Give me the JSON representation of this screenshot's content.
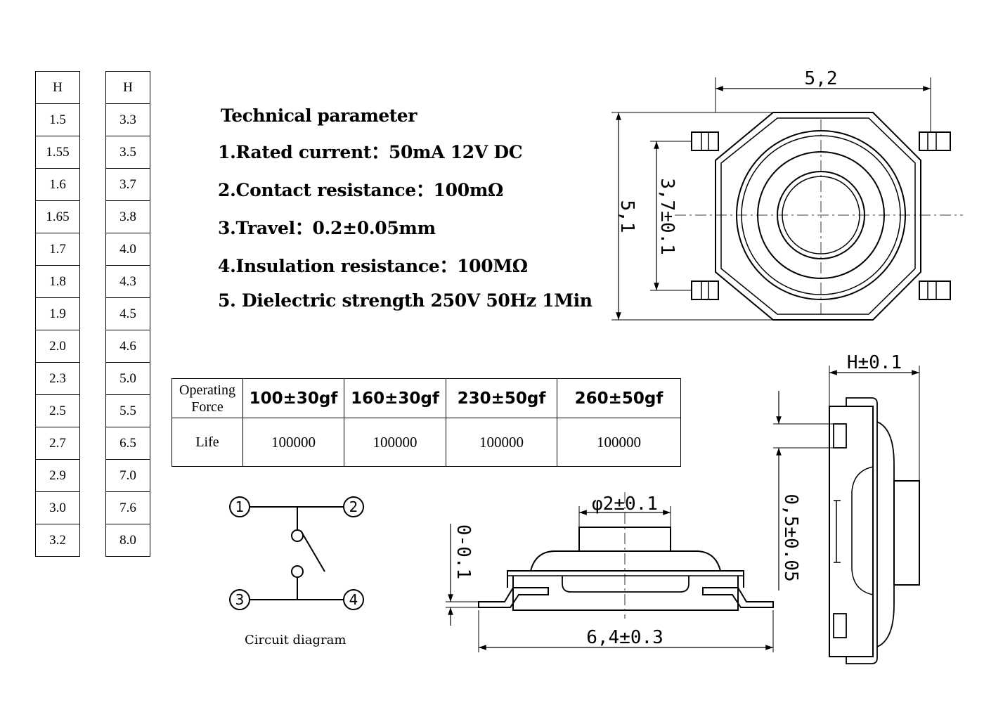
{
  "h_table_left": {
    "header": "H",
    "values": [
      "1.5",
      "1.55",
      "1.6",
      "1.65",
      "1.7",
      "1.8",
      "1.9",
      "2.0",
      "2.3",
      "2.5",
      "2.7",
      "2.9",
      "3.0",
      "3.2"
    ]
  },
  "h_table_right": {
    "header": "H",
    "values": [
      "3.3",
      "3.5",
      "3.7",
      "3.8",
      "4.0",
      "4.3",
      "4.5",
      "4.6",
      "5.0",
      "5.5",
      "6.5",
      "7.0",
      "7.6",
      "8.0"
    ]
  },
  "spec": {
    "title": "Technical parameter",
    "items": [
      "1.Rated current：50mA 12V DC",
      "2.Contact resistance：100mΩ",
      "3.Travel：0.2±0.05mm",
      "4.Insulation resistance：100MΩ",
      "5. Dielectric strength 250V 50Hz 1Min"
    ]
  },
  "force_table": {
    "label_line1": "Operating",
    "label_line2": "Force",
    "forces": [
      "100±30gf",
      "160±30gf",
      "230±50gf",
      "260±50gf"
    ],
    "life_label": "Life",
    "life_values": [
      "100000",
      "100000",
      "100000",
      "100000"
    ]
  },
  "circuit": {
    "caption": "Circuit diagram",
    "pins": [
      "1",
      "2",
      "3",
      "4"
    ]
  },
  "dims": {
    "top_width": "5,2",
    "top_height": "5,1",
    "top_inner": "3,7±0.1",
    "side_width": "6,4±0.3",
    "side_stem": "φ2±0.1",
    "side_tol": "0-0.1",
    "end_h": "H±0.1",
    "end_travel": "0,5±0.05"
  }
}
